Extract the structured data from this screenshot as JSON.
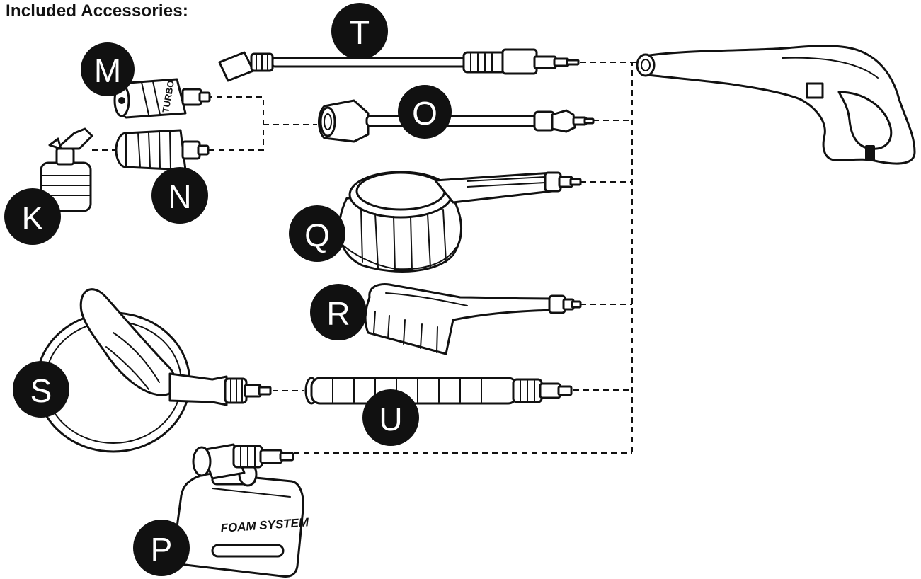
{
  "header": {
    "title": "Included Accessories:"
  },
  "accessories": [
    {
      "letter": "T",
      "icon": "lance-icon"
    },
    {
      "letter": "M",
      "icon": "turbo-nozzle-icon",
      "marking": "TURBO"
    },
    {
      "letter": "O",
      "icon": "variable-lance-icon"
    },
    {
      "letter": "K",
      "icon": "detergent-bottle-icon"
    },
    {
      "letter": "N",
      "icon": "adjustable-nozzle-icon"
    },
    {
      "letter": "Q",
      "icon": "rotary-brush-icon"
    },
    {
      "letter": "R",
      "icon": "flat-brush-icon"
    },
    {
      "letter": "S",
      "icon": "patio-cleaner-icon"
    },
    {
      "letter": "U",
      "icon": "extension-lance-icon"
    },
    {
      "letter": "P",
      "icon": "foam-cannon-icon",
      "marking": "FOAM SYSTEM"
    }
  ],
  "main_unit": {
    "icon": "spray-gun-icon"
  }
}
